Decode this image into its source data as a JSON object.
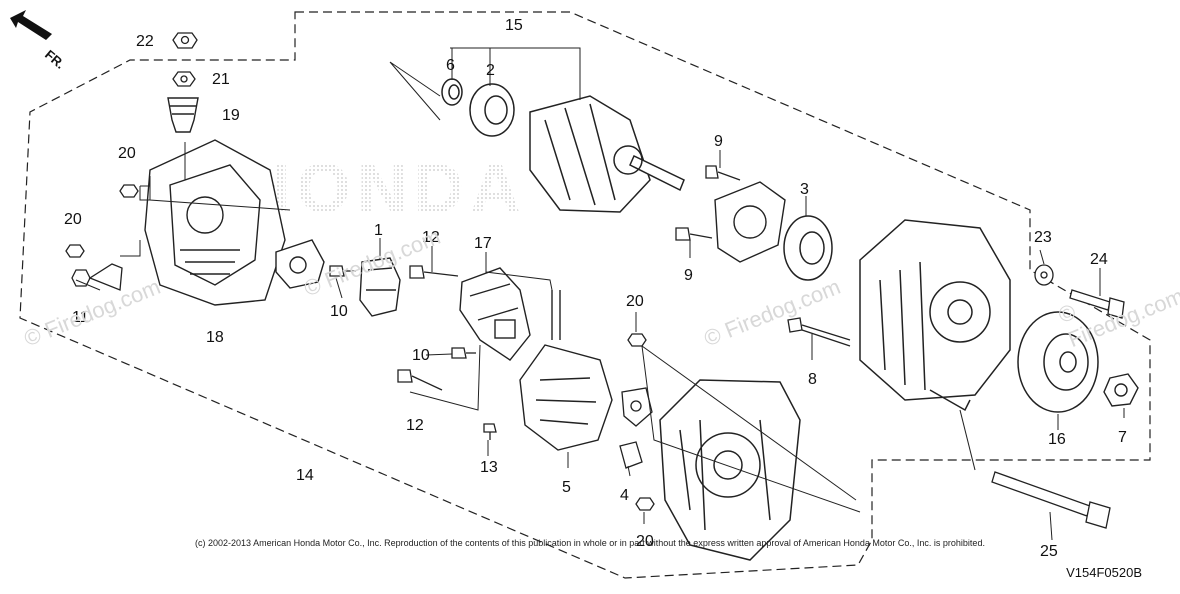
{
  "diagram": {
    "fr_label": "FR.",
    "copyright": "(c) 2002-2013 American Honda Motor Co., Inc. Reproduction of the contents of this publication in whole or in part without the express written approval of American Honda Motor Co., Inc. is prohibited.",
    "code": "V154F0520B",
    "brand_background": "HONDA",
    "watermark": "© Firedog.com",
    "callouts": [
      "1",
      "2",
      "3",
      "4",
      "5",
      "6",
      "7",
      "8",
      "9",
      "9",
      "10",
      "10",
      "11",
      "12",
      "12",
      "13",
      "14",
      "15",
      "16",
      "17",
      "18",
      "19",
      "20",
      "20",
      "20",
      "20",
      "21",
      "22",
      "23",
      "24",
      "25"
    ],
    "colors": {
      "line": "#222222",
      "fill": "#ffffff",
      "watermark": "#d8d8d8"
    }
  }
}
